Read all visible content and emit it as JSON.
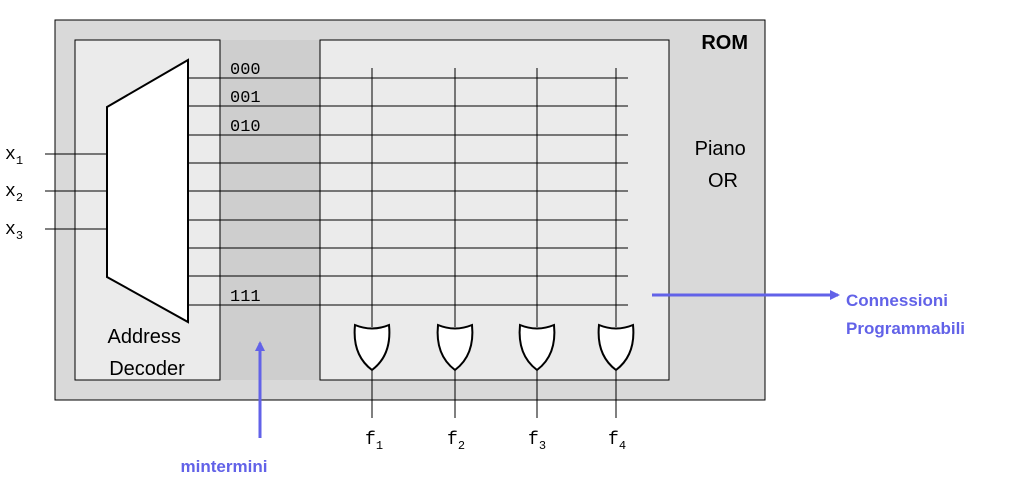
{
  "rom_label": "ROM",
  "decoder_label": [
    "Address",
    "Decoder"
  ],
  "plane_label": [
    "Piano",
    "OR"
  ],
  "inputs": [
    {
      "base": "x",
      "sub": "1"
    },
    {
      "base": "x",
      "sub": "2"
    },
    {
      "base": "x",
      "sub": "3"
    }
  ],
  "address_labels": [
    "000",
    "001",
    "010",
    "111"
  ],
  "outputs": [
    {
      "base": "f",
      "sub": "1"
    },
    {
      "base": "f",
      "sub": "2"
    },
    {
      "base": "f",
      "sub": "3"
    },
    {
      "base": "f",
      "sub": "4"
    }
  ],
  "annotations": {
    "minterms": "mintermini",
    "connections": [
      "Connessioni",
      "Programmabili"
    ]
  },
  "colors": {
    "rom_fill": "#d9d9d9",
    "panel_fill": "#ebebeb",
    "line": "#000000",
    "annotation": "#6262e8"
  }
}
